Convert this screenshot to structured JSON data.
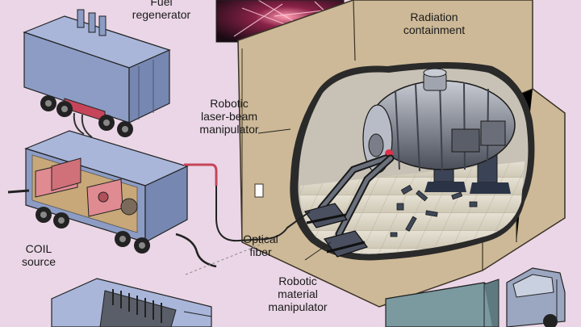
{
  "labels": {
    "fuel_regenerator": [
      "Fuel",
      "regenerator"
    ],
    "radiation_containment": [
      "Radiation",
      "containment"
    ],
    "laser_beam_manipulator": [
      "Robotic",
      "laser-beam",
      "manipulator"
    ],
    "coil_source": [
      "COIL",
      "source"
    ],
    "optical_fiber": [
      "Optical",
      "fiber"
    ],
    "material_manipulator": [
      "Robotic",
      "material",
      "manipulator"
    ]
  },
  "colors": {
    "background": "#ead6e6",
    "trailer_side": "#8c9cc4",
    "trailer_top": "#a9b6da",
    "containment_wall": "#cdb997",
    "floor_tiles": "#ddd7c8",
    "vessel": "#9a9ea8",
    "laser_accent": "#e0304a",
    "coil_component": "#e08a92"
  }
}
